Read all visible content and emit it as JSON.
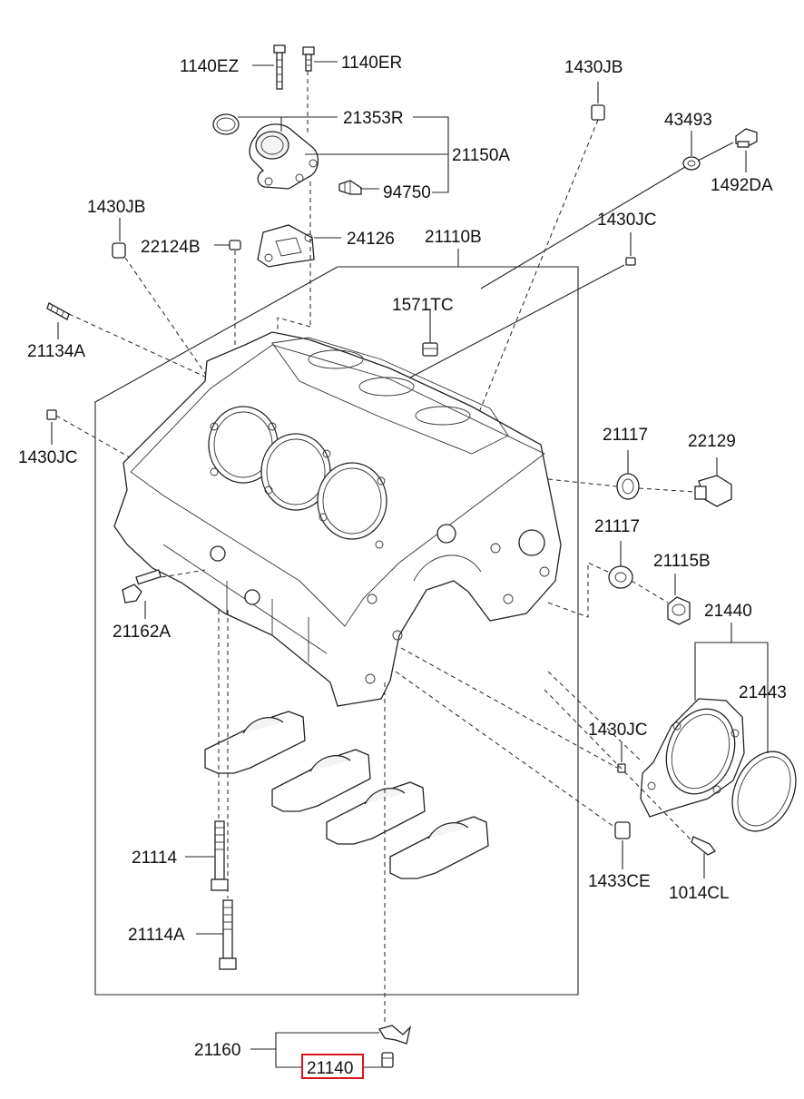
{
  "diagram": {
    "labels": {
      "p1140EZ": "1140EZ",
      "p1140ER": "1140ER",
      "p21353R": "21353R",
      "p21150A": "21150A",
      "p94750": "94750",
      "p1430JB_top": "1430JB",
      "p43493": "43493",
      "p1492DA": "1492DA",
      "p1430JB_left": "1430JB",
      "p22124B": "22124B",
      "p24126": "24126",
      "p21110B": "21110B",
      "p1430JC_top": "1430JC",
      "p1571TC": "1571TC",
      "p21134A": "21134A",
      "p1430JC_left": "1430JC",
      "p21117_a": "21117",
      "p22129": "22129",
      "p21117_b": "21117",
      "p21115B": "21115B",
      "p21162A": "21162A",
      "p21440": "21440",
      "p21443": "21443",
      "p1430JC_right": "1430JC",
      "p21114": "21114",
      "p1433CE": "1433CE",
      "p1014CL": "1014CL",
      "p21114A": "21114A",
      "p21160": "21160",
      "p21140": "21140"
    },
    "highlight_color": "#d9141c"
  }
}
